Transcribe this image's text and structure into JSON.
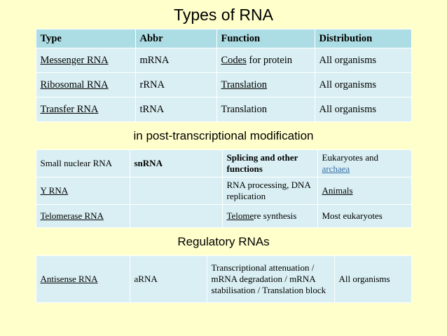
{
  "slide": {
    "title": "Types of RNA",
    "subhead_1": "in post-transcriptional modification",
    "subhead_2": "Regulatory RNAs",
    "background_color": "#ffffcc",
    "table_header_color": "#addde4",
    "table_cell_color": "#d9eff3"
  },
  "table_main": {
    "headers": [
      "Type",
      "Abbr",
      "Function",
      "Distribution"
    ],
    "rows": [
      {
        "type": "Messenger RNA",
        "abbr": "mRNA",
        "function_underlined": "Codes",
        "function_rest": " for protein",
        "distribution": "All organisms"
      },
      {
        "type": "Ribosomal RNA",
        "abbr": "rRNA",
        "function_underlined": "Translation",
        "function_rest": "",
        "distribution": "All organisms"
      },
      {
        "type": "Transfer RNA",
        "abbr": "tRNA",
        "function_underlined": "",
        "function_rest": "Translation",
        "distribution": "All organisms"
      }
    ]
  },
  "table_post_transcriptional": {
    "rows": [
      {
        "type": "Small nuclear RNA",
        "abbr": "snRNA",
        "function": "Splicing and other functions",
        "distribution_plain": "Eukaryotes and ",
        "distribution_link": "archaea"
      },
      {
        "type": "Y RNA",
        "abbr": "",
        "function": "RNA processing, DNA replication",
        "distribution_plain": "",
        "distribution_link": "Animals"
      },
      {
        "type": "Telomerase RNA",
        "abbr": "",
        "function_underlined": "Telome",
        "function_rest": "re synthesis",
        "distribution_plain": "Most eukaryotes",
        "distribution_link": ""
      }
    ]
  },
  "table_regulatory": {
    "rows": [
      {
        "type": "Antisense RNA",
        "abbr": "aRNA",
        "function": "Transcriptional attenuation / mRNA degradation / mRNA stabilisation / Translation block",
        "distribution": "All organisms"
      }
    ]
  }
}
